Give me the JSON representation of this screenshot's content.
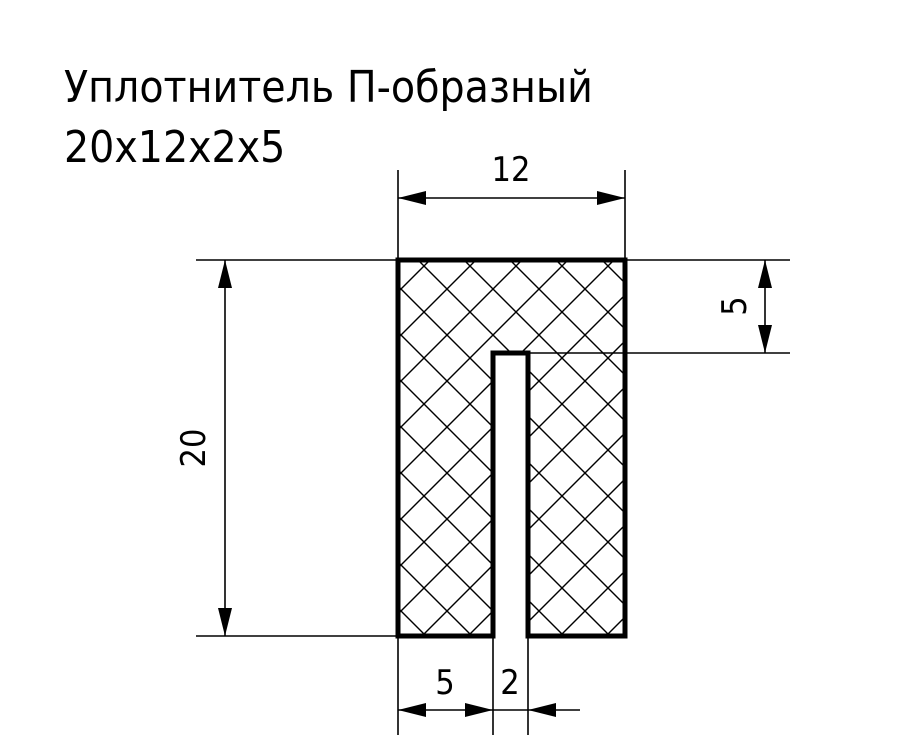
{
  "title": {
    "line1": "Уплотнитель П-образный",
    "line2": "20x12x2x5"
  },
  "dimensions": {
    "width_label": "12",
    "height_label": "20",
    "slot_depth_label": "5",
    "wall_label": "5",
    "slot_width_label": "2"
  },
  "colors": {
    "ink": "#000000",
    "background": "#ffffff"
  }
}
